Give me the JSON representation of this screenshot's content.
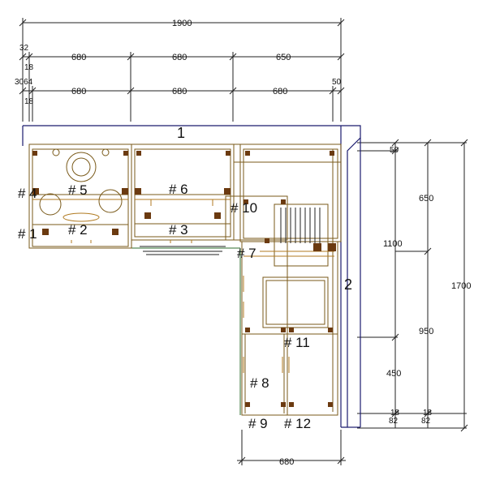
{
  "dimensions": {
    "total_width": "1900",
    "row1": [
      "32",
      "680",
      "680",
      "650"
    ],
    "row1_small": "18",
    "row2_left": "3064",
    "row2": [
      "680",
      "680",
      "680",
      "50"
    ],
    "row2_small": "18",
    "right_top": "50",
    "right_650": "650",
    "right_1100": "1100",
    "right_1700": "1700",
    "right_950": "950",
    "right_450": "450",
    "bottom_18a": "18",
    "bottom_18b": "18",
    "bottom_82a": "82",
    "bottom_82b": "82",
    "bottom_680": "680"
  },
  "labels": {
    "panel_1": "1",
    "panel_2": "2",
    "cab_1": "# 1",
    "cab_2": "# 2",
    "cab_3": "# 3",
    "cab_4": "# 4",
    "cab_5": "# 5",
    "cab_6": "# 6",
    "cab_7": "# 7",
    "cab_8": "# 8",
    "cab_9": "# 9",
    "cab_10": "# 10",
    "cab_11": "# 11",
    "cab_12": "# 12"
  },
  "colors": {
    "outline": "#1a1a6e",
    "cabinet": "#7a5a1a",
    "hardware": "#b07a20",
    "edge": "#2c6e2c"
  }
}
